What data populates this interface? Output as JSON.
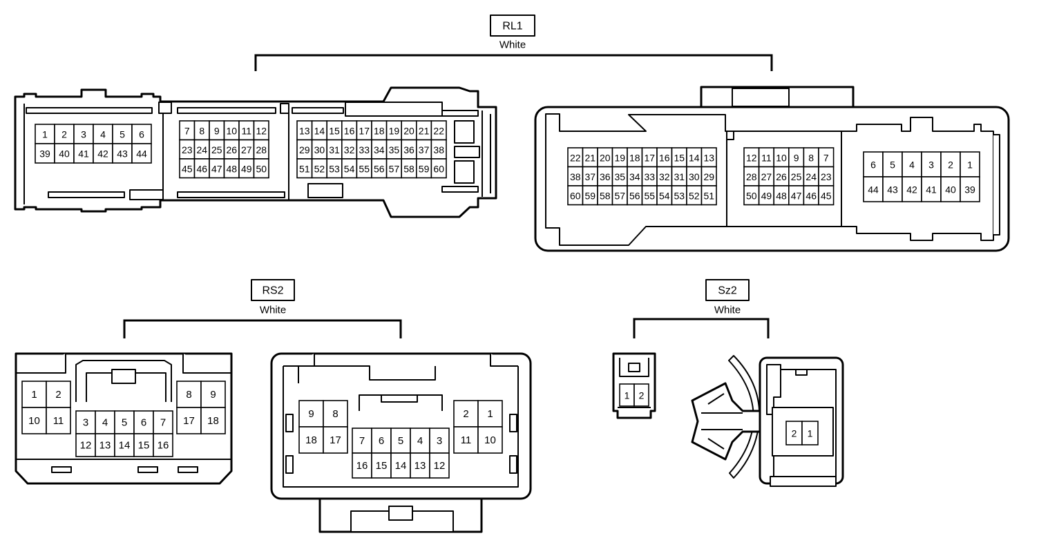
{
  "connectors": {
    "rl1": {
      "code": "RL1",
      "color": "White"
    },
    "rs2": {
      "code": "RS2",
      "color": "White"
    },
    "sz2": {
      "code": "Sz2",
      "color": "White"
    }
  },
  "grids": {
    "rl1_left_a": {
      "rows": [
        [
          "1",
          "2",
          "3",
          "4",
          "5",
          "6"
        ],
        [
          "39",
          "40",
          "41",
          "42",
          "43",
          "44"
        ]
      ]
    },
    "rl1_left_b": {
      "rows": [
        [
          "7",
          "8",
          "9",
          "10",
          "11",
          "12"
        ],
        [
          "23",
          "24",
          "25",
          "26",
          "27",
          "28"
        ],
        [
          "45",
          "46",
          "47",
          "48",
          "49",
          "50"
        ]
      ]
    },
    "rl1_left_c": {
      "rows": [
        [
          "13",
          "14",
          "15",
          "16",
          "17",
          "18",
          "19",
          "20",
          "21",
          "22"
        ],
        [
          "29",
          "30",
          "31",
          "32",
          "33",
          "34",
          "35",
          "36",
          "37",
          "38"
        ],
        [
          "51",
          "52",
          "53",
          "54",
          "55",
          "56",
          "57",
          "58",
          "59",
          "60"
        ]
      ]
    },
    "rl1_right_a": {
      "rows": [
        [
          "22",
          "21",
          "20",
          "19",
          "18",
          "17",
          "16",
          "15",
          "14",
          "13"
        ],
        [
          "38",
          "37",
          "36",
          "35",
          "34",
          "33",
          "32",
          "31",
          "30",
          "29"
        ],
        [
          "60",
          "59",
          "58",
          "57",
          "56",
          "55",
          "54",
          "53",
          "52",
          "51"
        ]
      ]
    },
    "rl1_right_b": {
      "rows": [
        [
          "12",
          "11",
          "10",
          "9",
          "8",
          "7"
        ],
        [
          "28",
          "27",
          "26",
          "25",
          "24",
          "23"
        ],
        [
          "50",
          "49",
          "48",
          "47",
          "46",
          "45"
        ]
      ]
    },
    "rl1_right_c": {
      "rows": [
        [
          "6",
          "5",
          "4",
          "3",
          "2",
          "1"
        ],
        [
          "44",
          "43",
          "42",
          "41",
          "40",
          "39"
        ]
      ]
    },
    "rs2_left_a": {
      "rows": [
        [
          "1",
          "2"
        ],
        [
          "10",
          "11"
        ]
      ]
    },
    "rs2_left_b": {
      "rows": [
        [
          "3",
          "4",
          "5",
          "6",
          "7"
        ],
        [
          "12",
          "13",
          "14",
          "15",
          "16"
        ]
      ]
    },
    "rs2_left_c": {
      "rows": [
        [
          "8",
          "9"
        ],
        [
          "17",
          "18"
        ]
      ]
    },
    "rs2_right_a": {
      "rows": [
        [
          "9",
          "8"
        ],
        [
          "18",
          "17"
        ]
      ]
    },
    "rs2_right_b": {
      "rows": [
        [
          "7",
          "6",
          "5",
          "4",
          "3"
        ],
        [
          "16",
          "15",
          "14",
          "13",
          "12"
        ]
      ]
    },
    "rs2_right_c": {
      "rows": [
        [
          "2",
          "1"
        ],
        [
          "11",
          "10"
        ]
      ]
    },
    "sz2_left": {
      "rows": [
        [
          "1",
          "2"
        ]
      ]
    },
    "sz2_right": {
      "rows": [
        [
          "2",
          "1"
        ]
      ]
    }
  }
}
